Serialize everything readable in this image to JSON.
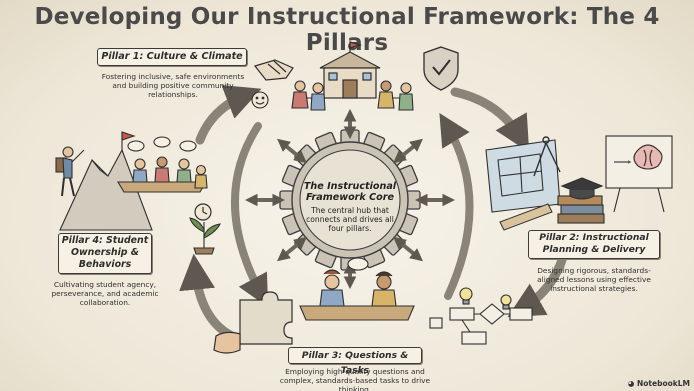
{
  "title": "Developing Our Instructional Framework: The 4 Pillars",
  "core": {
    "title": "The Instructional Framework Core",
    "description": "The central hub that connects and drives all four pillars."
  },
  "pillars": [
    {
      "title": "Pillar 1: Culture & Climate",
      "description": "Fostering inclusive, safe environments and building positive community relationships."
    },
    {
      "title": "Pillar 2: Instructional Planning & Delivery",
      "description": "Designing rigorous, standards-aligned lessons using effective instructional strategies."
    },
    {
      "title": "Pillar 3: Questions & Tasks",
      "description": "Employing high-quality questions and complex, standards-based tasks to drive thinking."
    },
    {
      "title": "Pillar 4: Student Ownership & Behaviors",
      "description": "Cultivating student agency, perseverance, and academic collaboration."
    }
  ],
  "watermark": "NotebookLM",
  "colors": {
    "ink": "#2d2d2d",
    "paper": "#f6f1e4",
    "arrow": "#777066",
    "gear": "#c9c2b4",
    "sky": "#a8c3d8",
    "plant": "#6f8f4e",
    "skin": "#e6c4a0",
    "hair": "#5b4636",
    "wood": "#b58b5c"
  }
}
